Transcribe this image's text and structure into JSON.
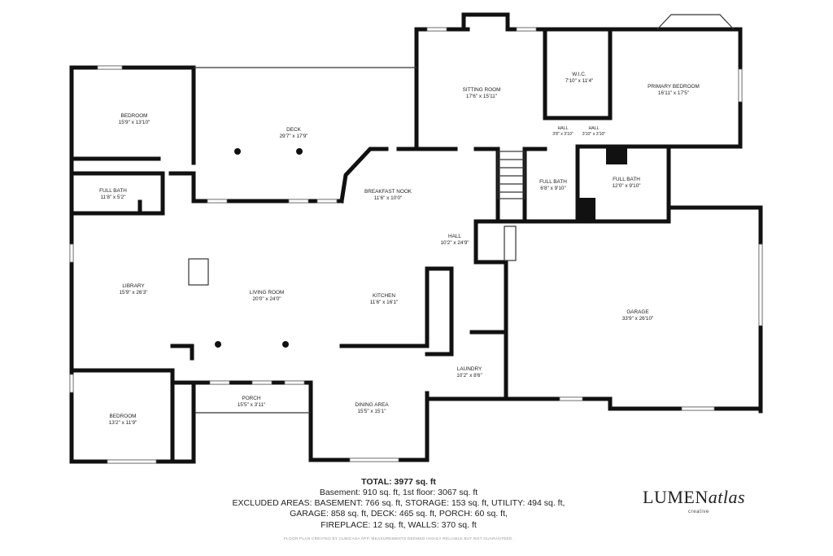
{
  "rooms": [
    {
      "id": "bedroom-1",
      "name": "BEDROOM",
      "dims": "15'9\" x 13'10\""
    },
    {
      "id": "deck",
      "name": "DECK",
      "dims": "29'7\" x 17'9\""
    },
    {
      "id": "sitting-room",
      "name": "SITTING ROOM",
      "dims": "17'6\" x 15'11\""
    },
    {
      "id": "wic",
      "name": "W.I.C.",
      "dims": "7'10\" x 11'4\""
    },
    {
      "id": "primary-bedroom",
      "name": "PRIMARY BEDROOM",
      "dims": "16'11\" x 17'5\""
    },
    {
      "id": "hall-1",
      "name": "HALL",
      "dims": "3'8\" x 3'10\""
    },
    {
      "id": "hall-2",
      "name": "HALL",
      "dims": "3'10\" x 3'10\""
    },
    {
      "id": "full-bath-1",
      "name": "FULL BATH",
      "dims": "11'8\" x 5'2\""
    },
    {
      "id": "breakfast-nook",
      "name": "BREAKFAST NOOK",
      "dims": "11'6\" x 10'0\""
    },
    {
      "id": "full-bath-2",
      "name": "FULL BATH",
      "dims": "6'8\" x 9'10\""
    },
    {
      "id": "full-bath-3",
      "name": "FULL BATH",
      "dims": "12'0\" x 9'10\""
    },
    {
      "id": "hall-main",
      "name": "HALL",
      "dims": "10'2\" x 24'9\""
    },
    {
      "id": "library",
      "name": "LIBRARY",
      "dims": "15'9\" x 26'3\""
    },
    {
      "id": "living-room",
      "name": "LIVING ROOM",
      "dims": "20'0\" x 24'0\""
    },
    {
      "id": "kitchen",
      "name": "KITCHEN",
      "dims": "11'6\" x 16'1\""
    },
    {
      "id": "garage",
      "name": "GARAGE",
      "dims": "33'9\" x 26'10\""
    },
    {
      "id": "laundry",
      "name": "LAUNDRY",
      "dims": "10'2\" x 8'6\""
    },
    {
      "id": "porch",
      "name": "PORCH",
      "dims": "15'5\" x 3'11\""
    },
    {
      "id": "bedroom-2",
      "name": "BEDROOM",
      "dims": "13'2\" x 11'9\""
    },
    {
      "id": "dining-area",
      "name": "DINING AREA",
      "dims": "15'5\" x 15'1\""
    }
  ],
  "summary": {
    "total": "TOTAL: 3977 sq. ft",
    "line1": "Basement: 910 sq. ft, 1st floor: 3067 sq. ft",
    "line2": "EXCLUDED AREAS: BASEMENT: 766 sq. ft, STORAGE: 153 sq. ft, UTILITY: 494 sq. ft,",
    "line3": "GARAGE: 858 sq. ft, DECK: 465 sq. ft, PORCH: 60 sq. ft,",
    "line4": "FIREPLACE: 12 sq. ft, WALLS: 370 sq. ft"
  },
  "credit": "FLOOR PLAN CREATED BY CUBICASA APP. MEASUREMENTS DEEMED HIGHLY RELIABLE BUT NOT GUARANTEED.",
  "logo": {
    "brand_main": "LUMEN",
    "brand_script": "atlas",
    "sub": "creative"
  }
}
